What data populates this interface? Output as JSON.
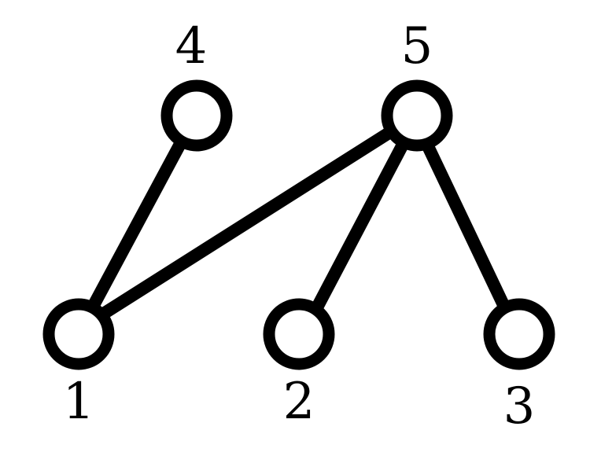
{
  "graph": {
    "nodes": [
      {
        "id": "1",
        "label": "1"
      },
      {
        "id": "2",
        "label": "2"
      },
      {
        "id": "3",
        "label": "3"
      },
      {
        "id": "4",
        "label": "4"
      },
      {
        "id": "5",
        "label": "5"
      }
    ],
    "edges": [
      {
        "from": "4",
        "to": "1"
      },
      {
        "from": "5",
        "to": "1"
      },
      {
        "from": "5",
        "to": "2"
      },
      {
        "from": "5",
        "to": "3"
      }
    ],
    "colors": {
      "stroke": "#000000",
      "fill": "#ffffff",
      "background": "#ffffff"
    }
  }
}
